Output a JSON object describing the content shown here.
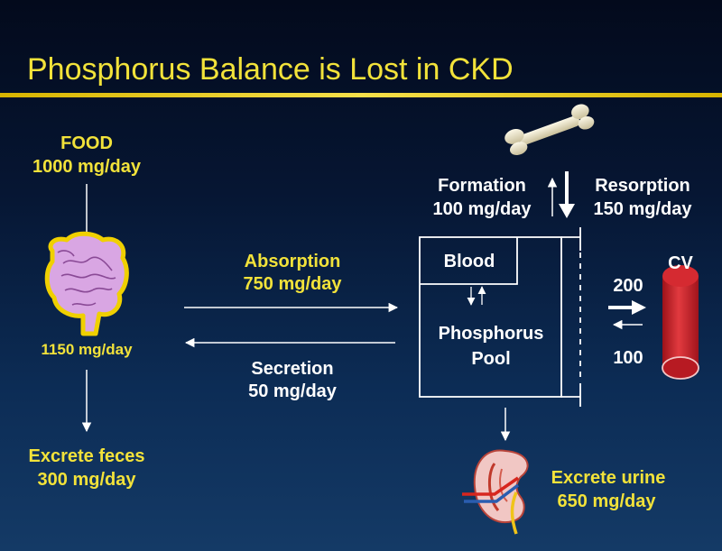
{
  "title": "Phosphorus Balance is Lost in CKD",
  "food": {
    "label": "FOOD",
    "amount": "1000 mg/day"
  },
  "gut": {
    "amount": "1150 mg/day"
  },
  "feces": {
    "label": "Excrete feces",
    "amount": "300 mg/day"
  },
  "absorption": {
    "label": "Absorption",
    "amount": "750 mg/day"
  },
  "secretion": {
    "label": "Secretion",
    "amount": "50 mg/day"
  },
  "formation": {
    "label": "Formation",
    "amount": "100 mg/day"
  },
  "resorption": {
    "label": "Resorption",
    "amount": "150 mg/day"
  },
  "blood": {
    "label": "Blood"
  },
  "pool": {
    "line1": "Phosphorus",
    "line2": "Pool"
  },
  "cv": {
    "label": "CV",
    "in_value": "200",
    "out_value": "100"
  },
  "urine": {
    "label": "Excrete urine",
    "amount": "650 mg/day"
  },
  "colors": {
    "title_yellow": "#f2e23a",
    "gut_fill": "#d9a6e3",
    "gut_outline": "#f0d000",
    "vessel_red": "#cc1f2a",
    "kidney_red": "#c0392b"
  }
}
